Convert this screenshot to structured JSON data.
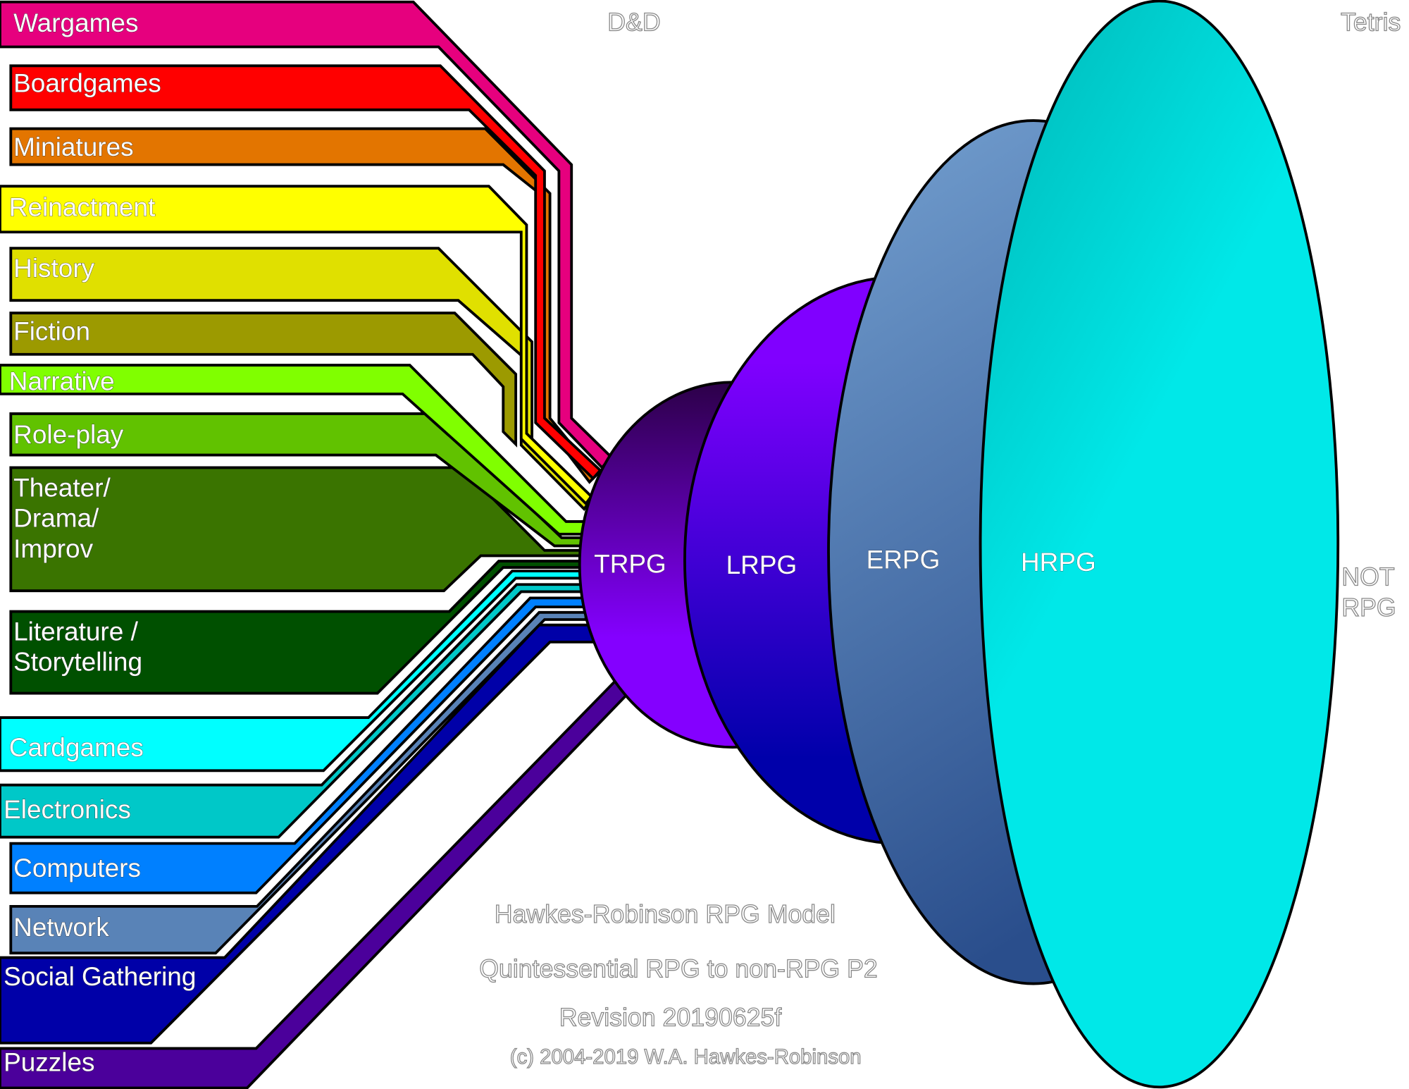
{
  "categories": [
    {
      "label": [
        "Wargames"
      ],
      "color": "#e6007e"
    },
    {
      "label": [
        "Boardgames"
      ],
      "color": "#ff0000"
    },
    {
      "label": [
        "Miniatures"
      ],
      "color": "#e37500"
    },
    {
      "label": [
        "Reinactment"
      ],
      "color": "#ffff00"
    },
    {
      "label": [
        "History"
      ],
      "color": "#e0e000"
    },
    {
      "label": [
        "Fiction"
      ],
      "color": "#9c9a00"
    },
    {
      "label": [
        "Narrative"
      ],
      "color": "#80ff00"
    },
    {
      "label": [
        "Role-play"
      ],
      "color": "#61c200"
    },
    {
      "label": [
        "Theater/",
        "Drama/",
        "Improv"
      ],
      "color": "#3a7400"
    },
    {
      "label": [
        "Literature /",
        "Storytelling"
      ],
      "color": "#005000"
    },
    {
      "label": [
        "Cardgames"
      ],
      "color": "#00ffff"
    },
    {
      "label": [
        "Electronics"
      ],
      "color": "#00c8c8"
    },
    {
      "label": [
        "Computers"
      ],
      "color": "#0080ff"
    },
    {
      "label": [
        "Network"
      ],
      "color": "#5983b7"
    },
    {
      "label": [
        "Social Gathering"
      ],
      "color": "#0000a8"
    },
    {
      "label": [
        "Puzzles"
      ],
      "color": "#4b009b"
    }
  ],
  "rings": [
    {
      "label": "TRPG",
      "color_top": "#2c0048",
      "color_bottom": "#8400ff"
    },
    {
      "label": "LRPG",
      "color_top": "#8000ff",
      "color_bottom": "#0000aa"
    },
    {
      "label": "ERPG",
      "color_top": "#74a0d0",
      "color_bottom": "#2a4e8c"
    },
    {
      "label": "HRPG",
      "color_top": "#00b6b6",
      "color_bottom": "#00e8e8"
    }
  ],
  "axis": {
    "left": "D&D",
    "right": "Tetris",
    "outside": [
      "NOT",
      "RPG"
    ]
  },
  "credits": {
    "title": "Hawkes-Robinson RPG Model",
    "subtitle": "Quintessential RPG to non-RPG P2",
    "revision": "Revision 20190625f",
    "copyright": "(c) 2004-2019 W.A. Hawkes-Robinson"
  }
}
